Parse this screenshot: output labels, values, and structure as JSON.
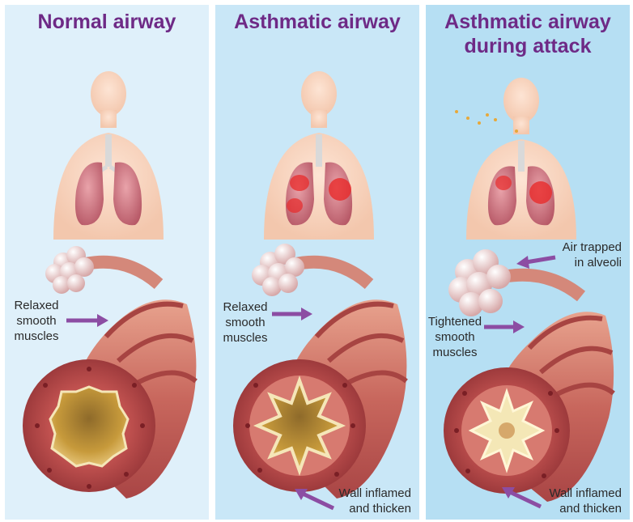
{
  "colors": {
    "title": "#6e2a86",
    "arrow": "#8c4da3",
    "panel_normal": "#dff0fa",
    "panel_asthmatic": "#c9e7f7",
    "panel_attack": "#b6dff3",
    "airway_wall": "#c65a55",
    "lumen": "#c99a3a",
    "inflammation": "#e82a2a"
  },
  "panels": [
    {
      "title": "Normal airway",
      "labels": {
        "muscles": "Relaxed\nsmooth\nmuscles"
      }
    },
    {
      "title": "Asthmatic airway",
      "labels": {
        "muscles": "Relaxed\nsmooth\nmuscles",
        "wall": "Wall inflamed\nand thicken"
      }
    },
    {
      "title": "Asthmatic airway\nduring attack",
      "labels": {
        "air": "Air trapped\nin alveoli",
        "muscles": "Tightened\nsmooth\nmuscles",
        "wall": "Wall inflamed\nand thicken"
      }
    }
  ]
}
